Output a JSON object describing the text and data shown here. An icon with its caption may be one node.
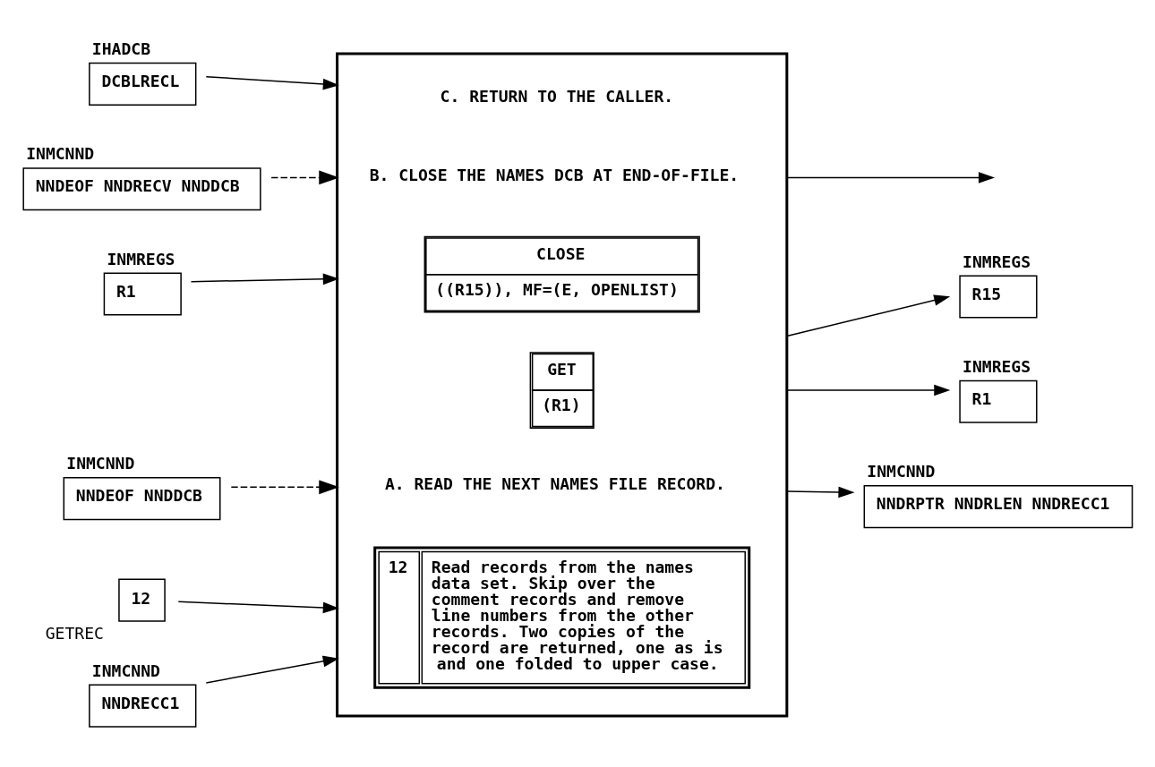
{
  "diagram": {
    "nodes": [
      {
        "text": [],
        "shape": "box"
      },
      {
        "text": [
          "12",
          "Read records from the names data set. Skip over the comment records and remove line numbers from the other records. Two copies of the record are returned, one as is and one folded to upper case."
        ],
        "in": 0
      },
      {
        "text": [
          "A. READ THE NEXT NAMES FILE RECORD."
        ],
        "in": 0
      },
      {
        "text": [
          "GET",
          "(R1)"
        ],
        "in": 0
      },
      {
        "text": [
          "B. CLOSE THE NAMES DCB AT END-OF-FILE."
        ],
        "in": 0
      },
      {
        "text": [
          "CLOSE",
          "((R15)), MF=(E, OPENLIST)"
        ],
        "in": 0
      },
      {
        "text": [
          "C. RETURN TO THE CALLER."
        ],
        "in": 0
      },
      {
        "text": [
          "12"
        ],
        "beside": [
          "GETREC"
        ]
      },
      {
        "text": [
          "INMCNND",
          "NNDEOF NNDDCB"
        ]
      },
      {
        "text": [
          "INMCNND",
          "NNDEOF NNDRECV NNDDCB"
        ]
      },
      {
        "text": [
          "INMREGS",
          "R1"
        ]
      },
      {
        "text": [
          "IHADCB",
          "DCBLRECL"
        ]
      },
      {
        "text": [
          "INMCNND",
          "NNDRECC1"
        ]
      },
      {
        "text": [
          "INMREGS",
          "R1"
        ]
      },
      {
        "text": [
          "INMCNND",
          "NNDRPTR NNDRLEN NNDRECC1"
        ]
      },
      {
        "text": [
          "INMREGS",
          "R15"
        ]
      }
    ],
    "edges": [
      {
        "from": 7,
        "to": 0,
        "arrow": "to"
      },
      {
        "from": 8,
        "to": 0,
        "arrow": "to",
        "style": "dashed"
      },
      {
        "from": 0,
        "to": 13,
        "arrow": "to"
      },
      {
        "from": 9,
        "to": 0,
        "arrow": "to",
        "style": "dashed"
      },
      {
        "from": 10,
        "to": 0,
        "arrow": "to"
      },
      {
        "from": 11,
        "to": 0,
        "arrow": "to"
      },
      {
        "from": 12,
        "to": 0,
        "arrow": "to"
      },
      {
        "from": 0,
        "to": 14,
        "arrow": "to"
      },
      {
        "from": 0,
        "to": 15,
        "arrow": "to"
      },
      {
        "from": 0,
        "to": null,
        "arrow": "to"
      }
    ]
  }
}
